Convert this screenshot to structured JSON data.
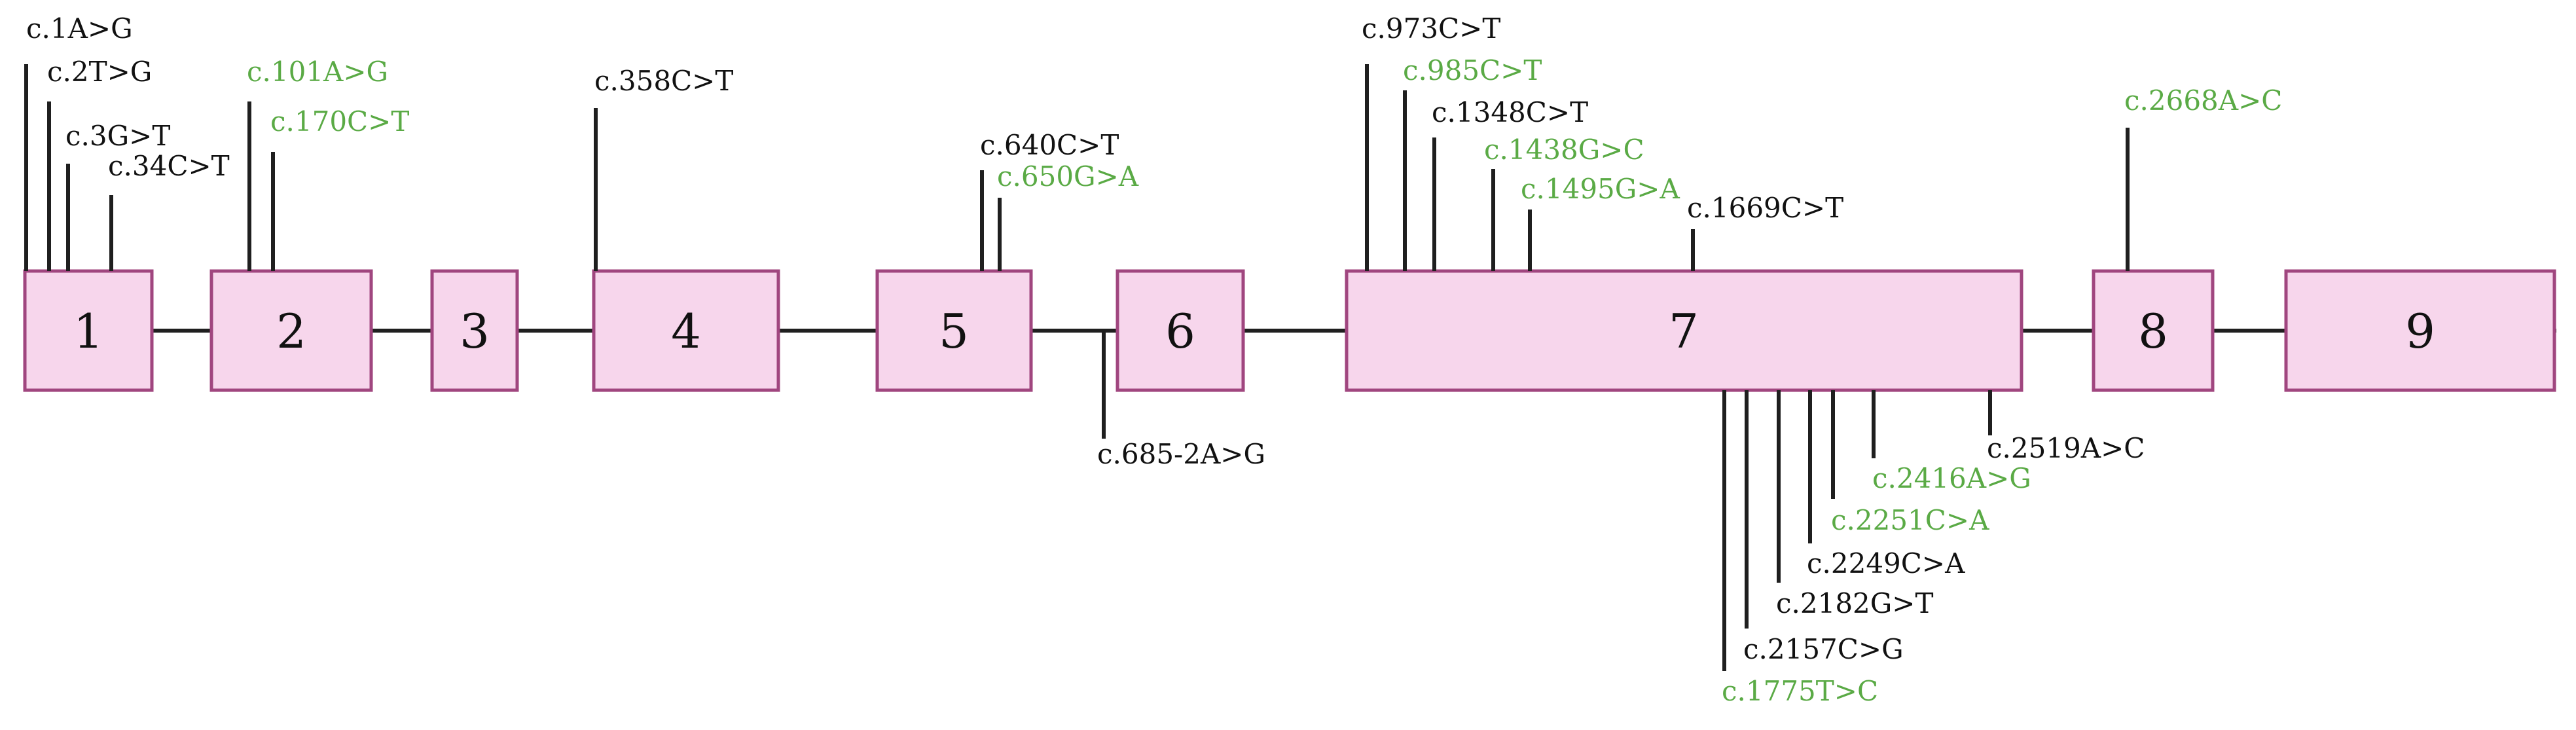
{
  "colors": {
    "exon_fill": "#f7d6ec",
    "exon_stroke": "#a0467f",
    "line": "#1f1f1f",
    "label_black": "#111111",
    "label_green": "#5aaa45"
  },
  "exons": [
    "1",
    "2",
    "3",
    "4",
    "5",
    "6",
    "7",
    "8",
    "9"
  ],
  "variants_above": [
    {
      "exon": "1",
      "label": "c.1A>G",
      "color": "black"
    },
    {
      "exon": "1",
      "label": "c.2T>G",
      "color": "black"
    },
    {
      "exon": "1",
      "label": "c.3G>T",
      "color": "black"
    },
    {
      "exon": "1",
      "label": "c.34C>T",
      "color": "black"
    },
    {
      "exon": "2",
      "label": "c.101A>G",
      "color": "green"
    },
    {
      "exon": "2",
      "label": "c.170C>T",
      "color": "green"
    },
    {
      "exon": "4",
      "label": "c.358C>T",
      "color": "black"
    },
    {
      "exon": "5",
      "label": "c.640C>T",
      "color": "black"
    },
    {
      "exon": "5",
      "label": "c.650G>A",
      "color": "green"
    },
    {
      "exon": "7",
      "label": "c.973C>T",
      "color": "black"
    },
    {
      "exon": "7",
      "label": "c.985C>T",
      "color": "green"
    },
    {
      "exon": "7",
      "label": "c.1348C>T",
      "color": "black"
    },
    {
      "exon": "7",
      "label": "c.1438G>C",
      "color": "green"
    },
    {
      "exon": "7",
      "label": "c.1495G>A",
      "color": "green"
    },
    {
      "exon": "7",
      "label": "c.1669C>T",
      "color": "black"
    },
    {
      "exon": "8",
      "label": "c.2668A>C",
      "color": "green"
    }
  ],
  "variants_below": [
    {
      "exon": "intron 5-6",
      "label": "c.685-2A>G",
      "color": "black"
    },
    {
      "exon": "7",
      "label": "c.2519A>C",
      "color": "black"
    },
    {
      "exon": "7",
      "label": "c.2416A>G",
      "color": "green"
    },
    {
      "exon": "7",
      "label": "c.2251C>A",
      "color": "green"
    },
    {
      "exon": "7",
      "label": "c.2249C>A",
      "color": "black"
    },
    {
      "exon": "7",
      "label": "c.2182G>T",
      "color": "black"
    },
    {
      "exon": "7",
      "label": "c.2157C>G",
      "color": "black"
    },
    {
      "exon": "7",
      "label": "c.1775T>C",
      "color": "green"
    }
  ]
}
